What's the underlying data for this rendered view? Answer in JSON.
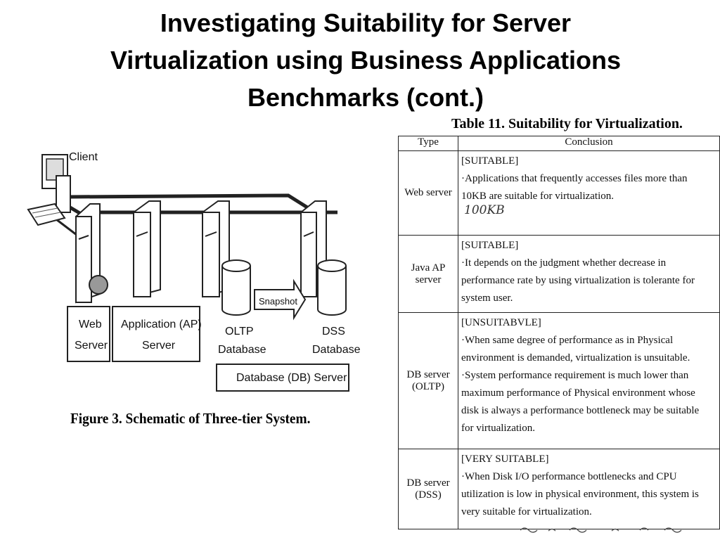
{
  "title": {
    "line1": "Investigating Suitability for Server",
    "line2": "Virtualization using Business Applications",
    "line3": "Benchmarks (cont.)"
  },
  "figure": {
    "caption": "Figure 3. Schematic of Three-tier System.",
    "labels": {
      "client": "Client",
      "snapshot": "Snapshot",
      "web1": "Web",
      "web2": "Server",
      "app1": "Application (AP)",
      "app2": "Server",
      "oltp1": "OLTP",
      "oltp2": "Database",
      "dss1": "DSS",
      "dss2": "Database",
      "db_server": "Database (DB) Server"
    }
  },
  "table": {
    "caption": "Table 11. Suitability for Virtualization.",
    "headers": [
      "Type",
      "Conclusion"
    ],
    "rows": [
      {
        "type": "Web server",
        "lines": [
          "[SUITABLE]",
          "·Applications that frequently accesses files more than",
          "10KB are suitable for virtualization."
        ],
        "handwriting": "100KB"
      },
      {
        "type": "Java AP server",
        "lines": [
          "[SUITABLE]",
          "·It depends on the judgment whether decrease in",
          "performance rate by using virtualization is tolerante for",
          "system user."
        ]
      },
      {
        "type": "DB server (OLTP)",
        "lines": [
          "[UNSUITABVLE]",
          "·When same degree of performance as in Physical",
          "environment is demanded, virtualization is unsuitable.",
          "·System performance requirement is much lower than",
          "maximum performance of Physical environment whose",
          "disk is always a performance bottleneck  may be suitable",
          "for virtualization."
        ]
      },
      {
        "type": "DB server (DSS)",
        "lines": [
          "[VERY SUITABLE]",
          "·When Disk I/O performance bottlenecks and CPU",
          "utilization is low in physical environment, this system is",
          "very suitable for virtualization."
        ]
      }
    ]
  }
}
